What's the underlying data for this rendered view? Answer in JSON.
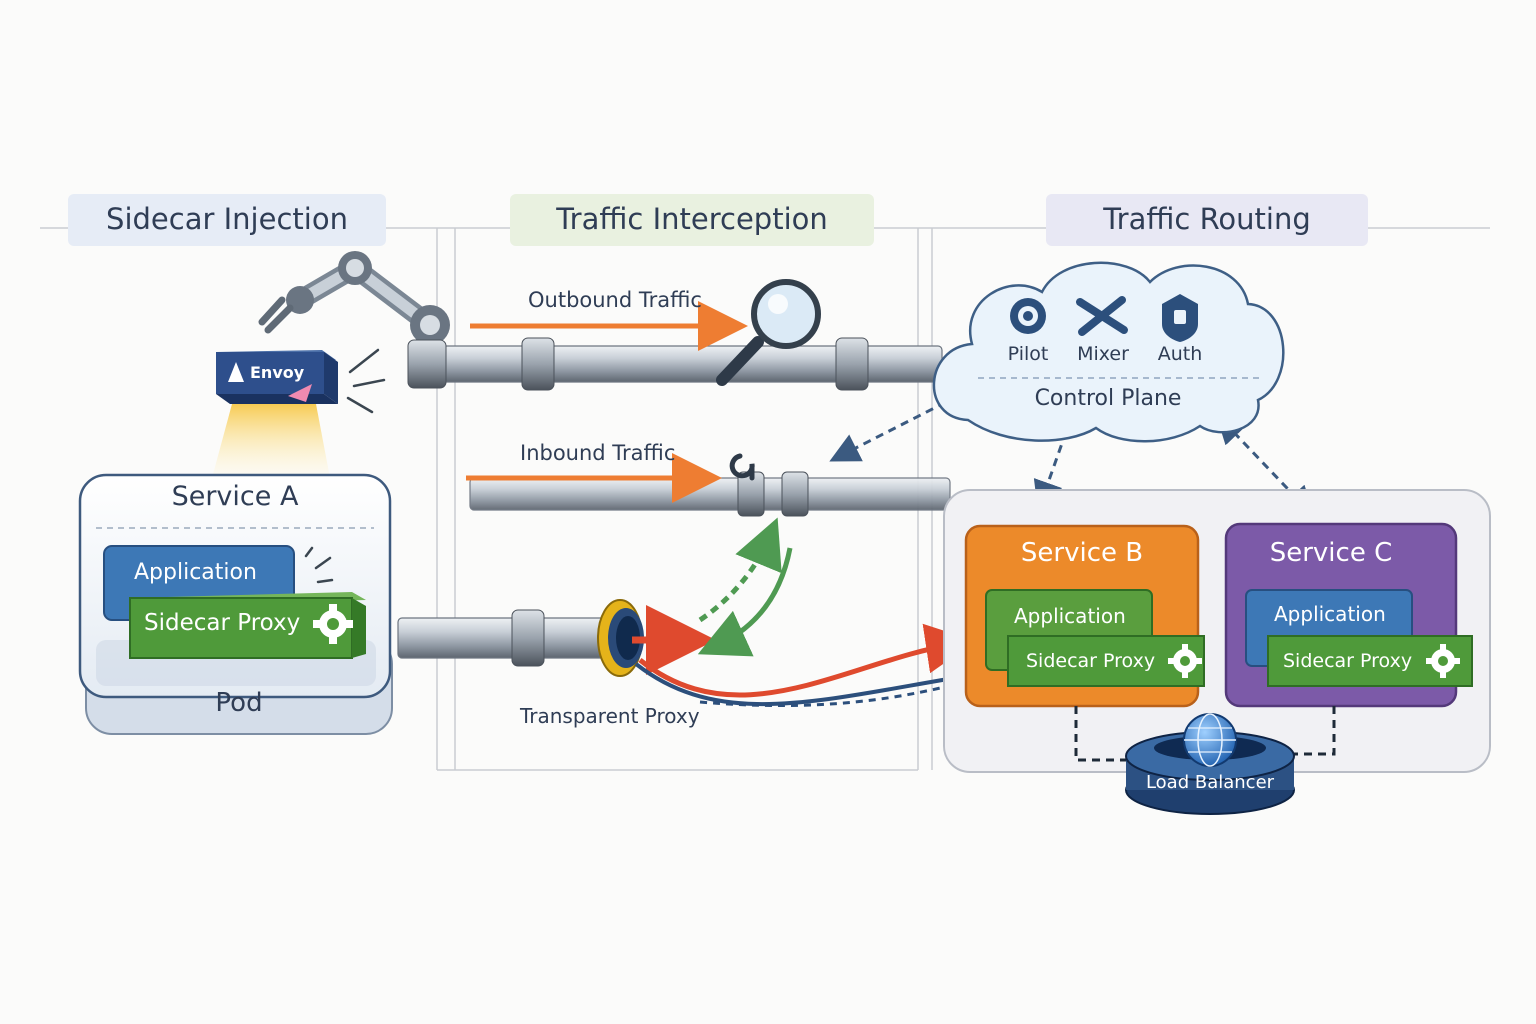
{
  "sections": {
    "injection": "Sidecar Injection",
    "interception": "Traffic Interception",
    "routing": "Traffic Routing"
  },
  "injection": {
    "envoy_label": "Envoy",
    "service_a": {
      "title": "Service A",
      "application": "Application",
      "sidecar": "Sidecar Proxy",
      "pod": "Pod"
    }
  },
  "interception": {
    "outbound": "Outbound Traffic",
    "inbound": "Inbound Traffic",
    "transparent_proxy": "Transparent Proxy"
  },
  "routing": {
    "control_plane": {
      "title": "Control Plane",
      "components": [
        "Pilot",
        "Mixer",
        "Auth"
      ]
    },
    "service_b": {
      "title": "Service B",
      "application": "Application",
      "sidecar": "Sidecar Proxy"
    },
    "service_c": {
      "title": "Service C",
      "application": "Application",
      "sidecar": "Sidecar Proxy"
    },
    "load_balancer": "Load Balancer"
  },
  "colors": {
    "navy": "#2c4f7c",
    "application_blue": "#3d78b6",
    "sidecar_green": "#4f9a3a",
    "service_b_orange": "#ec8a2a",
    "service_c_purple": "#7c5aa8",
    "arrow_orange": "#ee7d32",
    "arrow_red": "#df4a2e",
    "arrow_green": "#4f9a52",
    "pipe_gray": "#b9c0c8"
  }
}
